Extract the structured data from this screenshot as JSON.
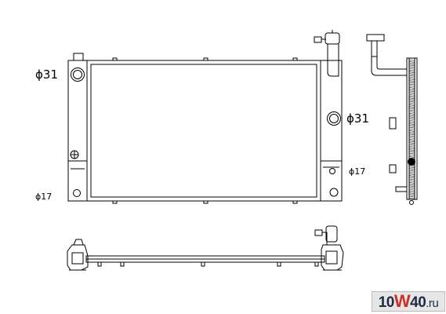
{
  "labels": {
    "inlet_diameter": "ϕ31",
    "outlet_diameter": "ϕ31",
    "left_tank_port": "ϕ17",
    "right_tank_port": "ϕ17"
  },
  "watermark": {
    "prefix": "10",
    "w_letter": "W",
    "mid": "40",
    "suffix": ".ru"
  }
}
